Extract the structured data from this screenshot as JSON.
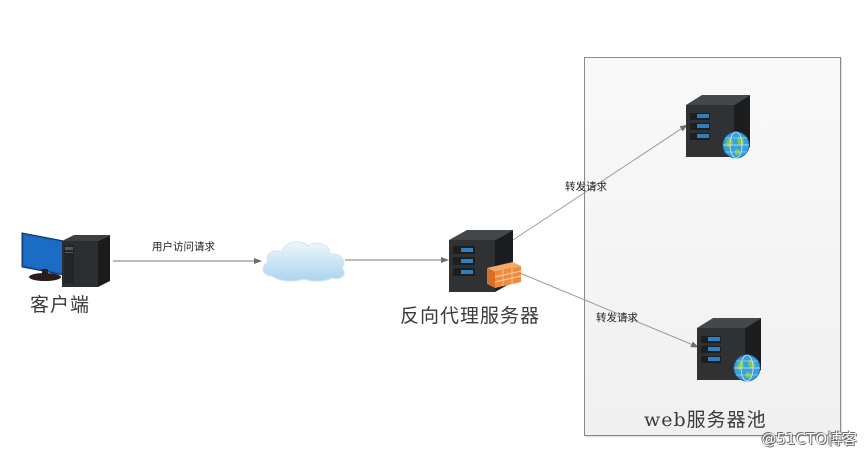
{
  "diagram": {
    "title": "反向代理示意图",
    "nodes": {
      "client": {
        "label": "客户端",
        "icon": "desktop-computer-icon"
      },
      "internet": {
        "label": "",
        "icon": "cloud-icon"
      },
      "proxy": {
        "label": "反向代理服务器",
        "icon": "server-with-firewall-icon"
      },
      "web_server_1": {
        "label": "",
        "icon": "web-server-icon"
      },
      "web_server_2": {
        "label": "",
        "icon": "web-server-icon"
      }
    },
    "group": {
      "label": "web服务器池",
      "members": [
        "web_server_1",
        "web_server_2"
      ]
    },
    "edges": [
      {
        "from": "client",
        "to": "internet",
        "label": "用户访问请求"
      },
      {
        "from": "internet",
        "to": "proxy",
        "label": ""
      },
      {
        "from": "proxy",
        "to": "web_server_1",
        "label": "转发请求"
      },
      {
        "from": "proxy",
        "to": "web_server_2",
        "label": "转发请求"
      }
    ],
    "colors": {
      "line": "#7a7a7a",
      "server_body": "#2f3133",
      "server_led": "#2d7fc0",
      "monitor_screen": "#1560b5",
      "firewall": "#f08a3c",
      "cloud": "#bfe0f2",
      "globe": "#3aa0e0"
    }
  },
  "watermark": "@51CTO博客"
}
